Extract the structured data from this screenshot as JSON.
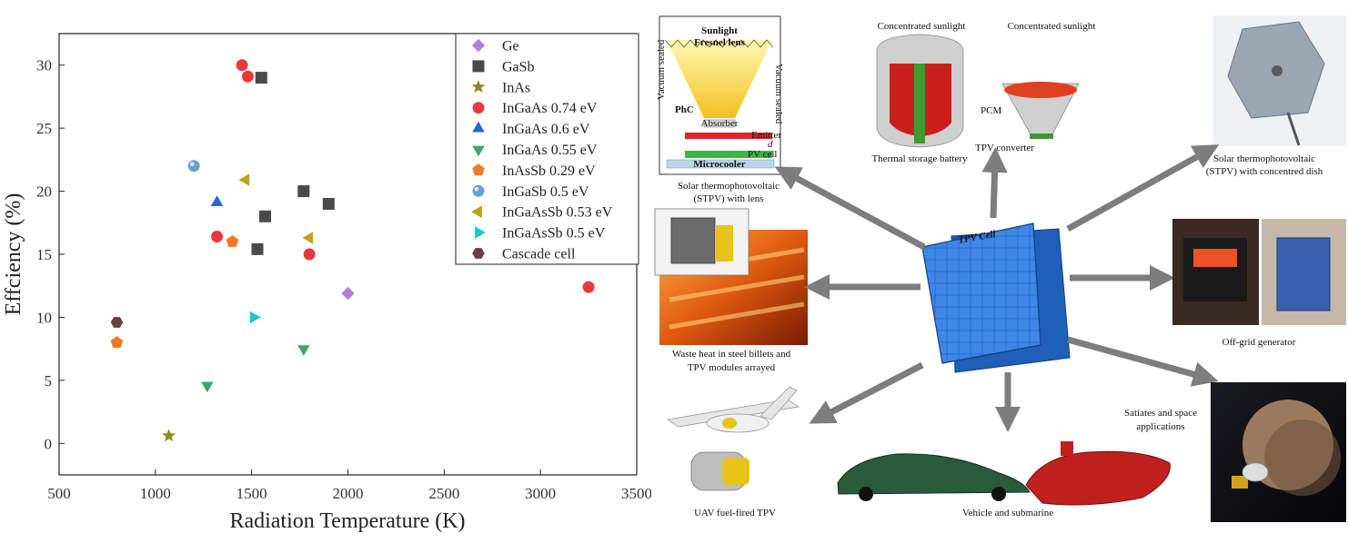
{
  "chart_data": {
    "type": "scatter",
    "xlabel": "Radiation Temperature (K)",
    "ylabel": "Effciency (%)",
    "xlim": [
      500,
      3500
    ],
    "ylim": [
      -2.5,
      32.5
    ],
    "xticks": [
      500,
      1000,
      1500,
      2000,
      2500,
      3000,
      3500
    ],
    "yticks": [
      0,
      5,
      10,
      15,
      20,
      25,
      30
    ],
    "legend_position": "top-right",
    "series": [
      {
        "name": "Ge",
        "marker": "diamond",
        "color": "#b07ed8",
        "points": [
          [
            2000,
            11.9
          ]
        ]
      },
      {
        "name": "GaSb",
        "marker": "square",
        "color": "#4a4a4a",
        "points": [
          [
            1550,
            29.0
          ],
          [
            1770,
            20.0
          ],
          [
            1900,
            19.0
          ],
          [
            1570,
            18.0
          ],
          [
            1530,
            15.4
          ]
        ]
      },
      {
        "name": "InAs",
        "marker": "star",
        "color": "#8f8a1e",
        "points": [
          [
            1070,
            0.6
          ]
        ]
      },
      {
        "name": "InGaAs 0.74 eV",
        "marker": "circle",
        "color": "#e8383e",
        "points": [
          [
            1450,
            30.0
          ],
          [
            1480,
            29.1
          ],
          [
            1320,
            16.4
          ],
          [
            1800,
            15.0
          ],
          [
            3250,
            12.4
          ]
        ]
      },
      {
        "name": "InGaAs 0.6 eV",
        "marker": "triangle-up",
        "color": "#2a64cf",
        "points": [
          [
            1320,
            19.1
          ]
        ]
      },
      {
        "name": "InGaAs 0.55 eV",
        "marker": "triangle-down",
        "color": "#3aa868",
        "points": [
          [
            1770,
            7.5
          ],
          [
            1270,
            4.6
          ]
        ]
      },
      {
        "name": "InAsSb 0.29 eV",
        "marker": "pentagon",
        "color": "#f07a26",
        "points": [
          [
            1400,
            16.0
          ],
          [
            800,
            8.0
          ]
        ]
      },
      {
        "name": "InGaSb 0.5 eV",
        "marker": "sphere",
        "color": "#6a9fd4",
        "points": [
          [
            1200,
            22.0
          ]
        ]
      },
      {
        "name": "InGaAsSb 0.53 eV",
        "marker": "triangle-left",
        "color": "#c0a020",
        "points": [
          [
            1470,
            20.9
          ],
          [
            1800,
            16.3
          ]
        ]
      },
      {
        "name": "InGaAsSb 0.5 eV",
        "marker": "triangle-right",
        "color": "#1cc9c9",
        "points": [
          [
            1510,
            10.0
          ]
        ]
      },
      {
        "name": "Cascade cell",
        "marker": "hexagon",
        "color": "#6b4040",
        "points": [
          [
            800,
            9.6
          ]
        ]
      }
    ]
  },
  "infographic": {
    "center_label": "TPV Cell",
    "captions": {
      "stpv_lens": [
        "Solar thermophotovoltaic",
        "(STPV) with lens"
      ],
      "thermal_storage": [
        "Thermal storage battery"
      ],
      "stpv_dish": [
        "Solar thermophotovoltaic",
        "(STPV) with concentred dish"
      ],
      "waste_heat": [
        "Waste heat in steel billets and",
        "TPV modules arrayed"
      ],
      "off_grid": [
        "Off-grid generator"
      ],
      "satellite": [
        "Satiates and space",
        "applications"
      ],
      "uav": [
        "UAV fuel-fired TPV"
      ],
      "vehicle": [
        "Vehicle and submarine"
      ]
    },
    "lens_labels": {
      "sunlight": "Sunlight",
      "fresnel": "Fresnel lens",
      "vacuum_left": "Vacuum sealed",
      "vacuum_right": "Vacuum sealed",
      "phc": "PhC",
      "absorber": "Absorber",
      "emitter": "Emitter",
      "gap": "d",
      "pv": "PV cell",
      "microcooler": "Microcooler"
    },
    "storage_labels": {
      "conc_left": "Concentrated sunlight",
      "conc_right": "Concentrated sunlight",
      "pcm": "PCM",
      "tpv_converter": "TPV converter"
    }
  }
}
